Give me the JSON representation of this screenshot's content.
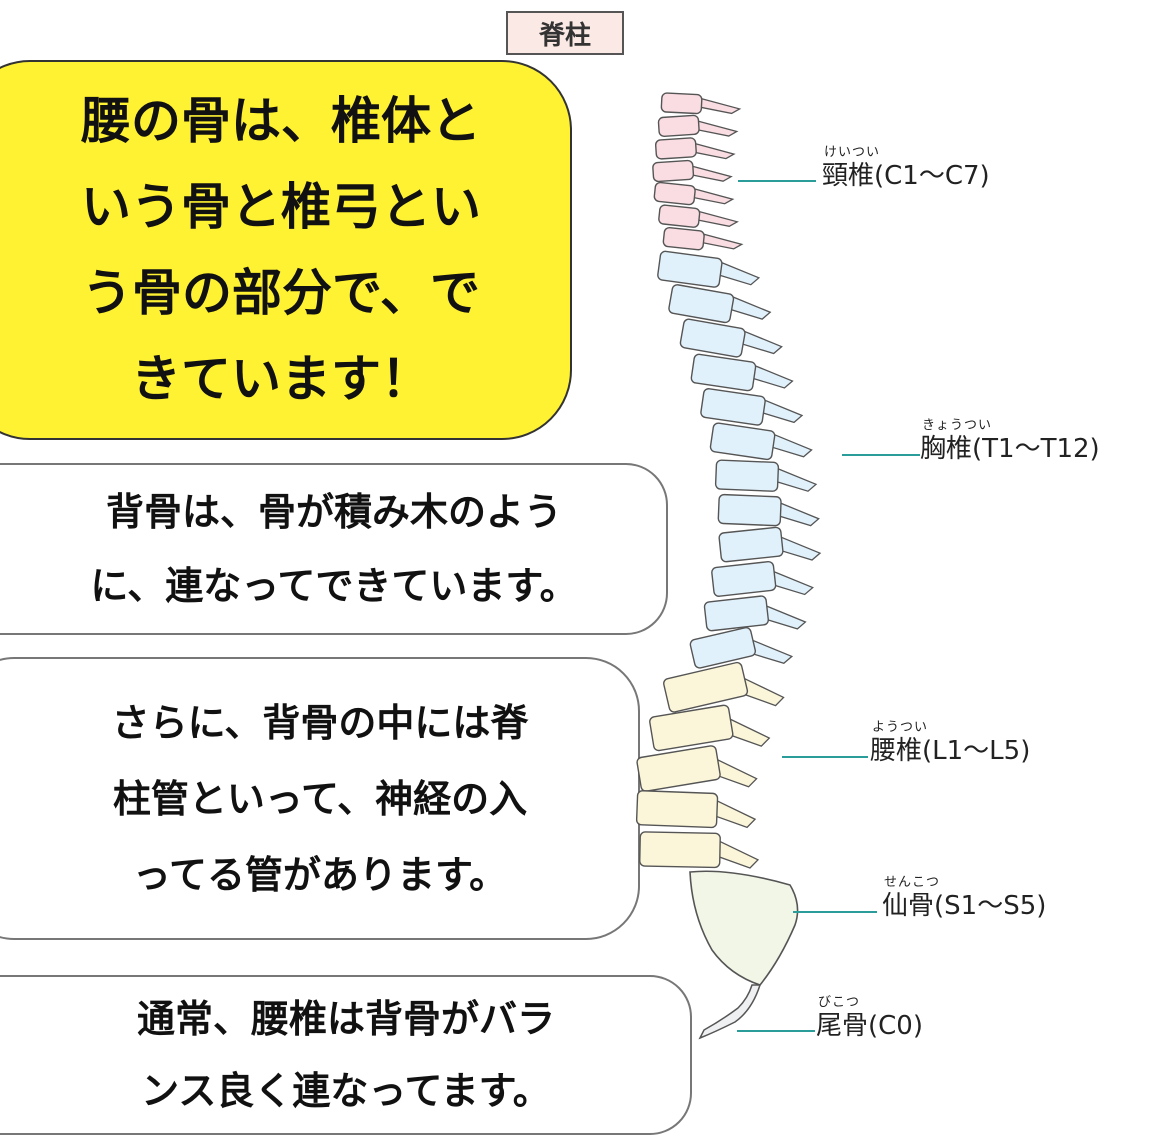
{
  "title": "脊柱",
  "bubbles": {
    "main": [
      "腰の骨は、椎体と",
      "いう骨と椎弓とい",
      "う骨の部分で、で",
      "きています！"
    ],
    "text1": [
      "背骨は、骨が積み木のよう",
      "に、連なってできています。"
    ],
    "text2": [
      "さらに、背骨の中には脊",
      "柱管といって、神経の入",
      "ってる管があります。"
    ],
    "text3": [
      "通常、腰椎は背骨がバラ",
      "ンス良く連なってます。"
    ]
  },
  "regions": [
    {
      "ruby": "けいつい",
      "label": "頸椎(C1〜C7)",
      "color": "#f9dde2"
    },
    {
      "ruby": "きょうつい",
      "label": "胸椎(T1〜T12)",
      "color": "#e1f1fb"
    },
    {
      "ruby": "ようつい",
      "label": "腰椎(L1〜L5)",
      "color": "#fbf6d9"
    },
    {
      "ruby": "せんこつ",
      "label": "仙骨(S1〜S5)",
      "color": "#f1f6e6"
    },
    {
      "ruby": "びこつ",
      "label": "尾骨(C0)",
      "color": "#eef0f2"
    }
  ],
  "colors": {
    "main_bubble": "#fff232",
    "leader": "#2a9d9a",
    "title_bg": "#fbe9e5"
  }
}
